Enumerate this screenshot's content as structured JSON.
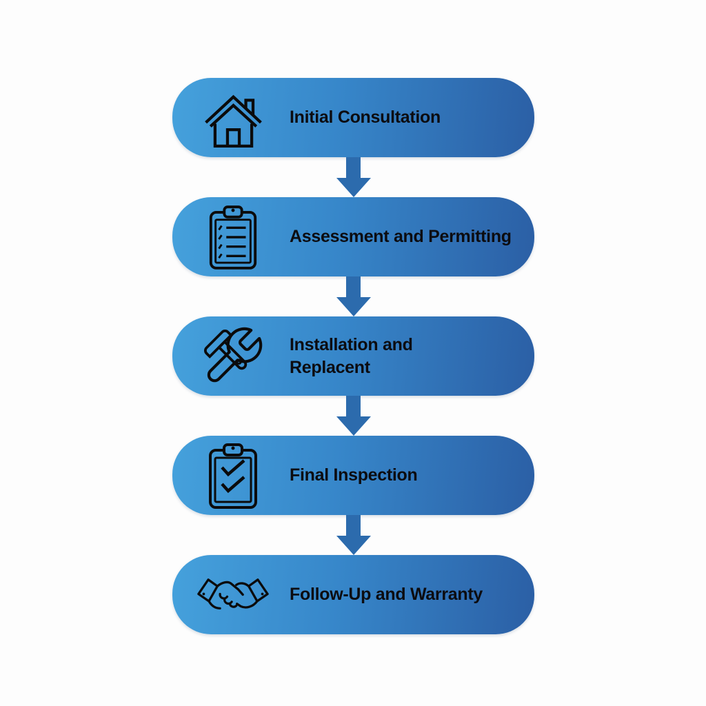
{
  "canvas": {
    "background": "#fdfdfd"
  },
  "flow": {
    "box_gradient_start": "#45a1dc",
    "box_gradient_end": "#2b5fa5",
    "arrow_color": "#2c6bad",
    "label_color": "#0c0c10",
    "icon_color": "#0b0b0b",
    "steps": [
      {
        "label": "Initial Consultation",
        "icon": "house-icon"
      },
      {
        "label": "Assessment and Permitting",
        "icon": "clipboard-list-icon"
      },
      {
        "label": "Installation and\nReplacent",
        "icon": "tools-icon"
      },
      {
        "label": "Final Inspection",
        "icon": "clipboard-check-icon"
      },
      {
        "label": "Follow-Up and Warranty",
        "icon": "handshake-icon"
      }
    ]
  }
}
